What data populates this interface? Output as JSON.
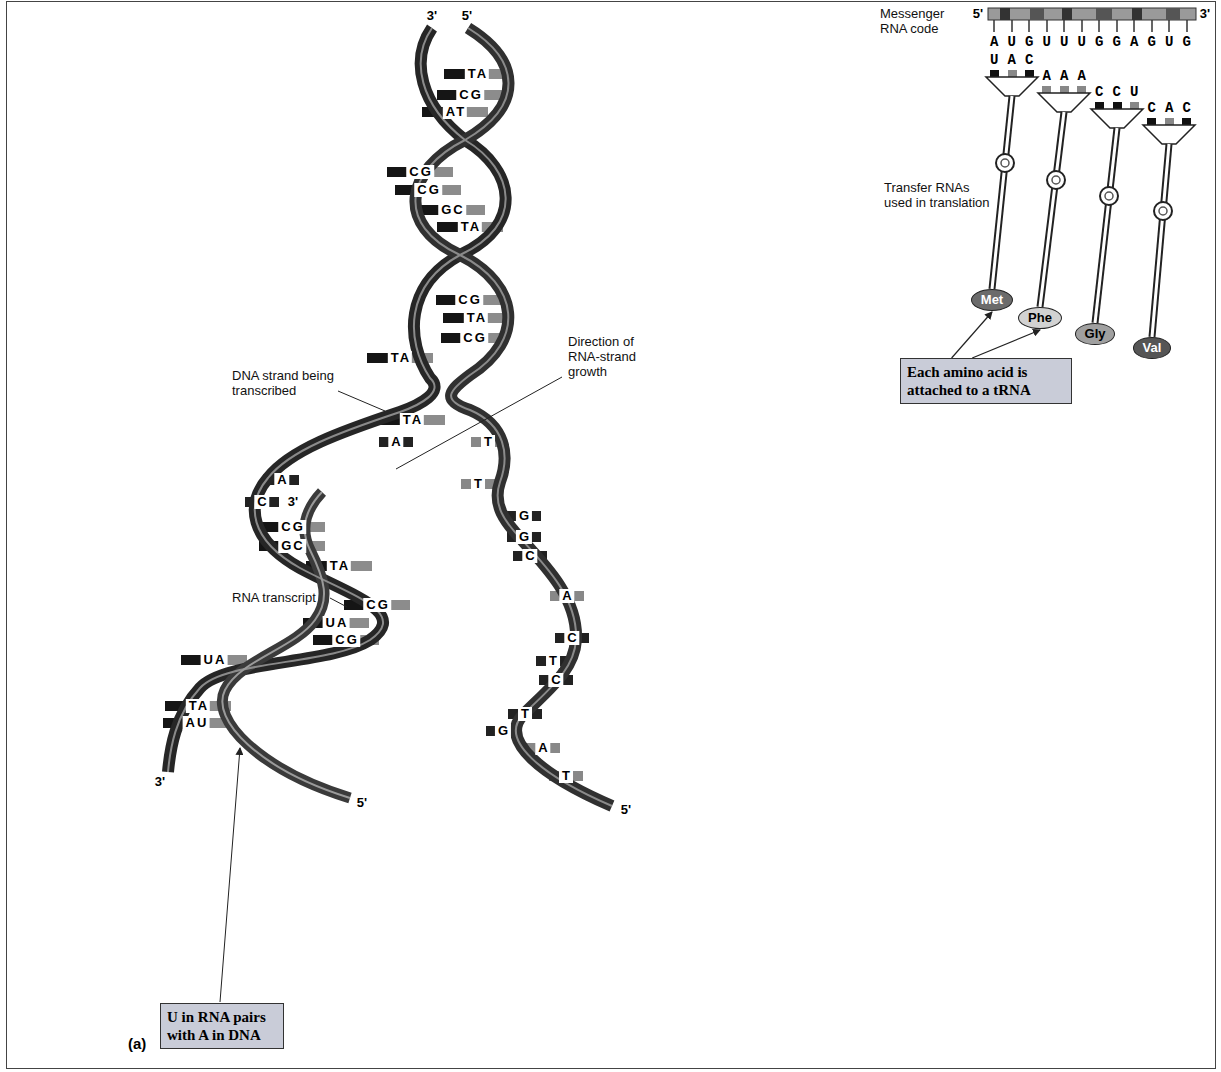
{
  "diagram": {
    "nodes": [
      {
        "text": [
          "Met"
        ]
      },
      {
        "text": [
          "Phe"
        ]
      },
      {
        "text": [
          "Gly"
        ]
      },
      {
        "text": [
          "Val"
        ]
      },
      {
        "text": [
          "Each amino acid is attached to a tRNA"
        ]
      },
      {
        "text": [
          "U in RNA pairs with A in DNA"
        ]
      }
    ],
    "edges": [
      {
        "from": 4,
        "to": 0,
        "arrow": "to"
      },
      {
        "from": 4,
        "to": 1,
        "arrow": "to"
      }
    ],
    "labels": [
      "3'",
      "5'",
      "TA",
      "CG",
      "AT",
      "CG",
      "CG",
      "GC",
      "TA",
      "CG",
      "TA",
      "CG",
      "TA",
      "TA",
      "A",
      "T",
      "A",
      "C",
      "3'",
      "CG",
      "GC",
      "TA",
      "CG",
      "UA",
      "CG",
      "UA",
      "TA",
      "AU",
      "3'",
      "5'",
      "T",
      "G",
      "G",
      "C",
      "A",
      "C",
      "T",
      "C",
      "T",
      "G",
      "A",
      "T",
      "5'",
      "DNA strand being transcribed",
      "Direction of RNA-strand growth",
      "RNA transcript",
      "(a)",
      "Messenger RNA code",
      "5'",
      "3'",
      "AUGUUUGGAGUG",
      "UAC",
      "AAA",
      "CCU",
      "CAC",
      "Transfer RNAs used in translation"
    ]
  }
}
